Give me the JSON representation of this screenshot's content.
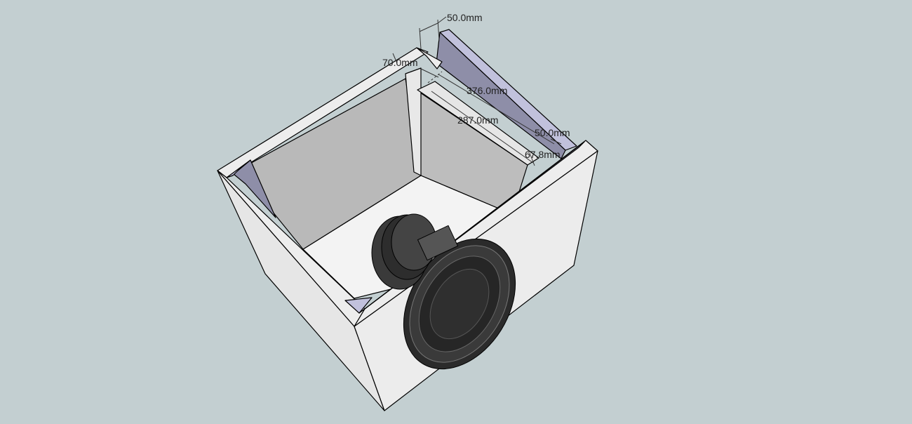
{
  "viewport": {
    "background_color": "#c3cfd1"
  },
  "model": {
    "colors": {
      "edge": "#000000",
      "face_light": "#ededed",
      "face_mid": "#e3e3e3",
      "interior_wall": "#b9b9b9",
      "interior_floor": "#f3f3f3",
      "brace": "#c1c1dc",
      "brace_dark": "#8e8ea8",
      "driver_dark": "#2b2b2b",
      "driver_mid": "#555555"
    }
  },
  "dimensions": [
    {
      "id": "top-port-width",
      "label": "50.0mm"
    },
    {
      "id": "divider-thickness",
      "label": "70.0mm"
    },
    {
      "id": "port-length",
      "label": "376.0mm"
    },
    {
      "id": "divider-length",
      "label": "287.0mm"
    },
    {
      "id": "port-gap",
      "label": "50.0mm"
    },
    {
      "id": "port-offset",
      "label": "67.8mm"
    }
  ]
}
